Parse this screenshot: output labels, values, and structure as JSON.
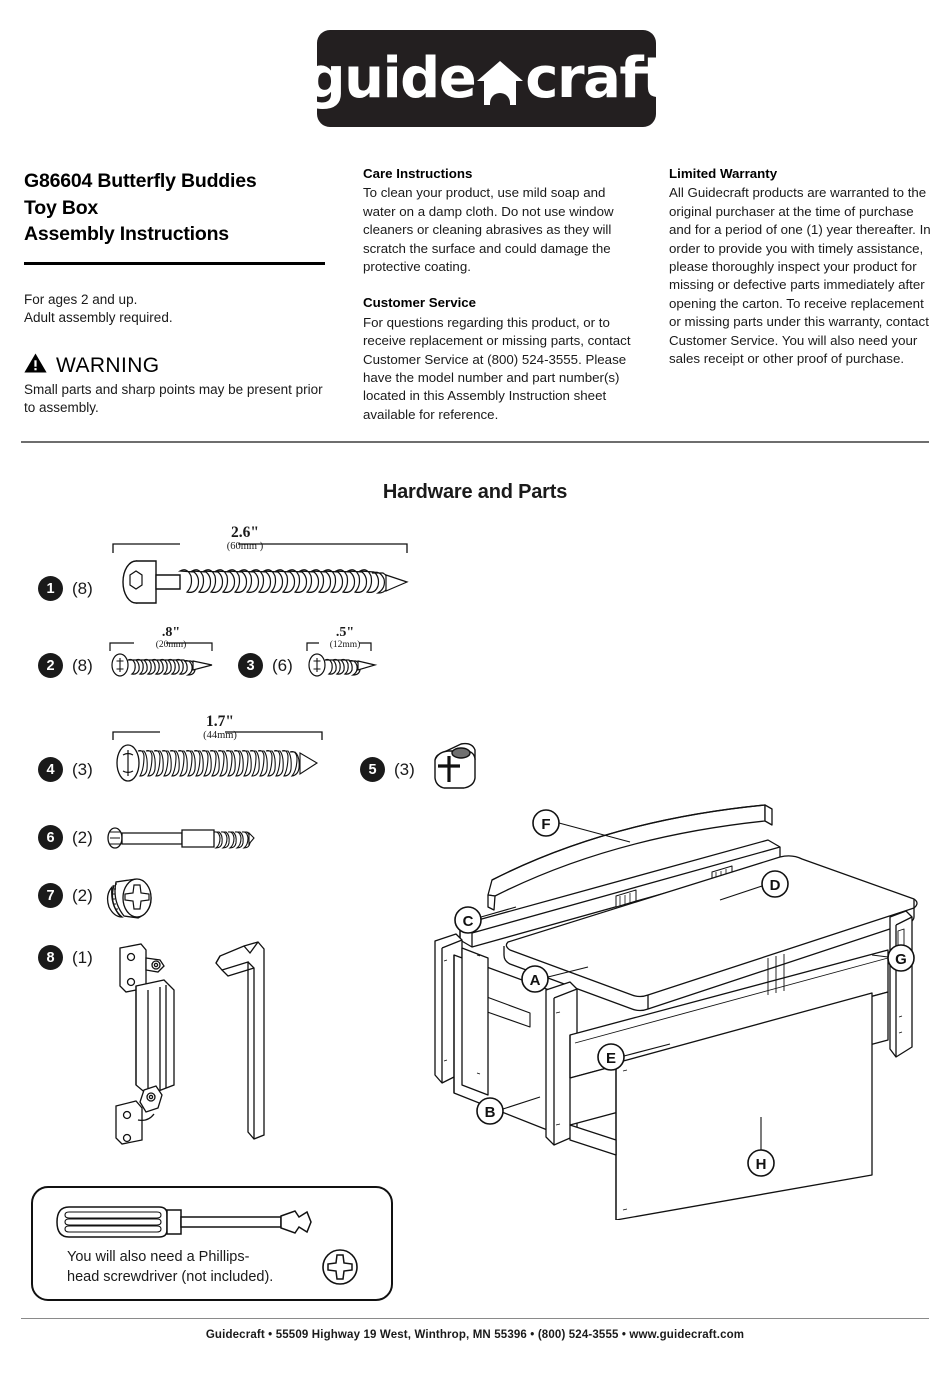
{
  "brand": {
    "logo_text_left": "guide",
    "logo_text_right": "craft",
    "logo_icon": "house-icon"
  },
  "title": {
    "line1": "G86604 Butterfly Buddies",
    "line2": "Toy Box",
    "line3": "Assembly Instructions"
  },
  "ages": {
    "line1": "For ages 2 and up.",
    "line2": "Adult assembly required."
  },
  "warning": {
    "icon": "warning-triangle-icon",
    "label": "WARNING",
    "body": "Small parts and sharp points may be present prior to assembly."
  },
  "care": {
    "heading": "Care Instructions",
    "body": "To clean your product, use mild soap and water on a damp cloth. Do not use window cleaners or cleaning abrasives as they will scratch the surface and could damage the protective coating."
  },
  "customer_service": {
    "heading": "Customer Service",
    "body": "For questions regarding this product, or to receive replacement or missing parts, contact Customer Service at (800) 524-3555. Please have the model number and part number(s) located in this Assembly Instruction sheet available for reference."
  },
  "warranty": {
    "heading": "Limited Warranty",
    "body": "All Guidecraft products are warranted to the original purchaser at the time of purchase and for a period of one (1) year thereafter. In order to provide you with timely assistance, please thoroughly inspect your product for missing or defective parts immediately after opening the carton. To receive replacement or missing parts under this warranty, contact Customer Service. You will also need your sales receipt or other proof of purchase."
  },
  "hardware": {
    "heading": "Hardware and Parts",
    "items": [
      {
        "number": "1",
        "qty": "(8)",
        "dim_in": "2.6\"",
        "dim_mm": "(60mm )",
        "icon": "flat-head-wood-screw-icon"
      },
      {
        "number": "2",
        "qty": "(8)",
        "dim_in": ".8\"",
        "dim_mm": "(20mm)",
        "icon": "phillips-wood-screw-icon"
      },
      {
        "number": "3",
        "qty": "(6)",
        "dim_in": ".5\"",
        "dim_mm": "(12mm)",
        "icon": "phillips-short-screw-icon"
      },
      {
        "number": "4",
        "qty": "(3)",
        "dim_in": "1.7\"",
        "dim_mm": "(44mm)",
        "icon": "pan-head-machine-screw-icon"
      },
      {
        "number": "5",
        "qty": "(3)",
        "dim_in": "",
        "dim_mm": "",
        "icon": "cross-dowel-barrel-nut-icon"
      },
      {
        "number": "6",
        "qty": "(2)",
        "dim_in": "",
        "dim_mm": "",
        "icon": "connector-bolt-icon"
      },
      {
        "number": "7",
        "qty": "(2)",
        "dim_in": "",
        "dim_mm": "",
        "icon": "cam-lock-nut-icon"
      },
      {
        "number": "8",
        "qty": "(1)",
        "dim_in": "",
        "dim_mm": "",
        "icon": "safety-lid-hinge-and-hex-key-icon"
      }
    ]
  },
  "tool_note": {
    "icon": "phillips-screwdriver-icon",
    "badge_icon": "phillips-head-circle-icon",
    "line1": "You will also need a Phillips-",
    "line2": "head screwdriver (not included)."
  },
  "diagram": {
    "name": "toy-box-exploded-view",
    "callouts": [
      "A",
      "B",
      "C",
      "D",
      "E",
      "F",
      "G",
      "H"
    ]
  },
  "footer": {
    "text": "Guidecraft • 55509 Highway 19 West, Winthrop, MN 55396 • (800) 524-3555 • www.guidecraft.com"
  },
  "colors": {
    "logo_background": "#231f20",
    "rule": "#6e6e6e",
    "badge": "#1a1a1a",
    "text": "#1a1a1a"
  }
}
